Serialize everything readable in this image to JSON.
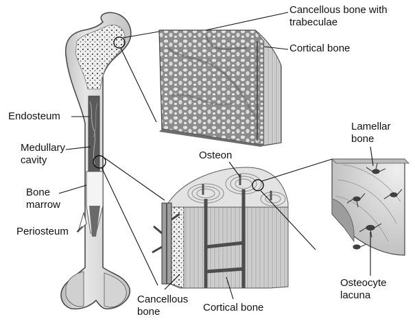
{
  "labels": {
    "cancellous_trabeculae": [
      "Cancellous bone with",
      "trabeculae"
    ],
    "cortical_bone_top": "Cortical bone",
    "endosteum": "Endosteum",
    "medullary_cavity": [
      "Medullary",
      "cavity"
    ],
    "bone_marrow": [
      "Bone",
      "marrow"
    ],
    "periosteum": "Periosteum",
    "osteon": "Osteon",
    "lamellar_bone": [
      "Lamellar",
      "bone"
    ],
    "osteocyte_lacuna": [
      "Osteocyte",
      "lacuna"
    ],
    "cancellous_bone_bottom": [
      "Cancellous",
      "bone"
    ],
    "cortical_bone_bottom": "Cortical bone"
  },
  "colors": {
    "bone_shaft": "#dcdcdc",
    "bone_outline": "#555555",
    "marrow_dark": "#555555",
    "spongy": "#9a9a9a",
    "leader_line": "#111111"
  }
}
